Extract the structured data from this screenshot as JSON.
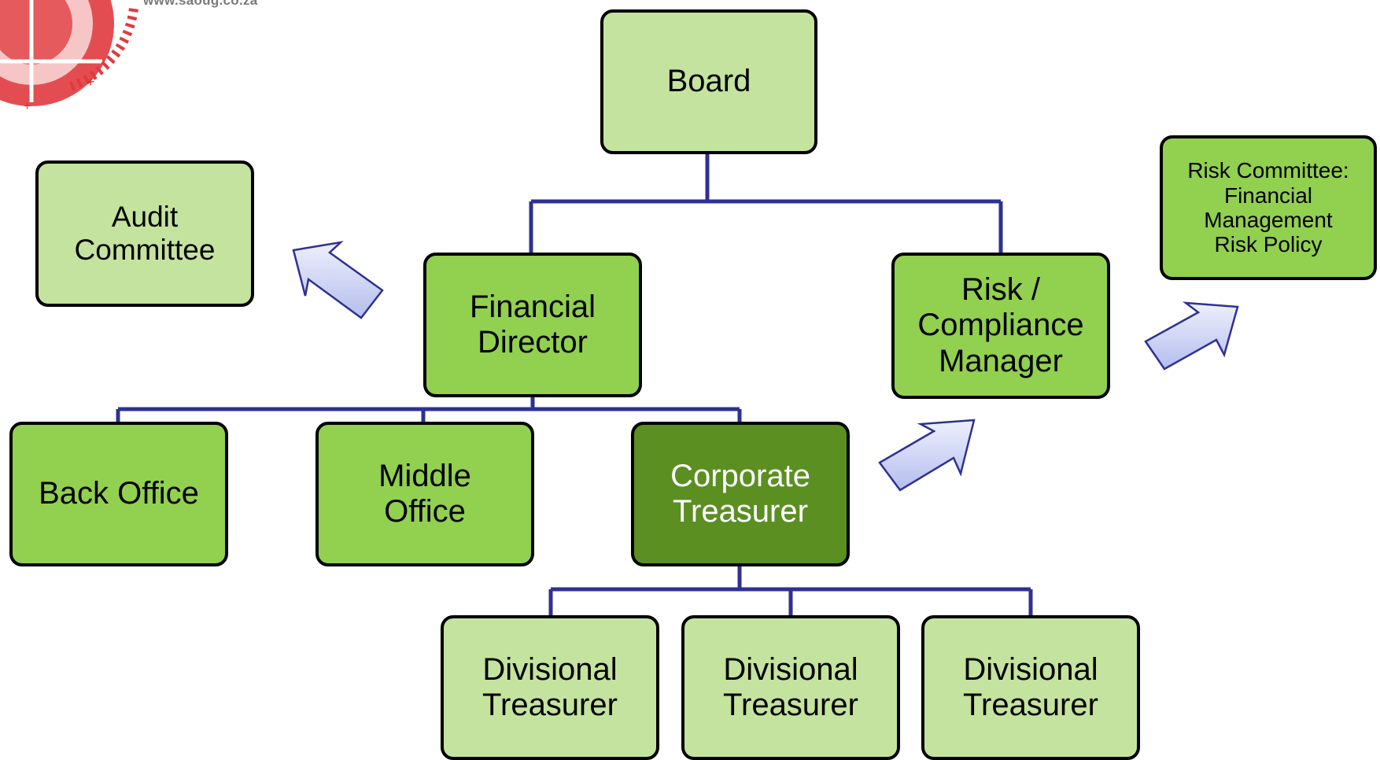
{
  "logo": {
    "url_text": "www.saoug.co.za"
  },
  "nodes": {
    "board": "Board",
    "audit_committee": "Audit\nCommittee",
    "financial_director": "Financial\nDirector",
    "risk_compliance_manager": "Risk /\nCompliance\nManager",
    "risk_committee": "Risk Committee:\nFinancial\nManagement\nRisk Policy",
    "back_office": "Back Office",
    "middle_office": "Middle\nOffice",
    "corporate_treasurer": "Corporate\nTreasurer",
    "divisional_treasurers": [
      "Divisional\nTreasurer",
      "Divisional\nTreasurer",
      "Divisional\nTreasurer"
    ]
  },
  "colors": {
    "connector": "#2e3192",
    "light_box": "#c4e39e",
    "mid_box": "#92d050",
    "dark_box": "#5b8f22",
    "arrow_fill": "#c9cff2",
    "arrow_stroke": "#2e3192",
    "logo_red": "#e03a3e"
  }
}
